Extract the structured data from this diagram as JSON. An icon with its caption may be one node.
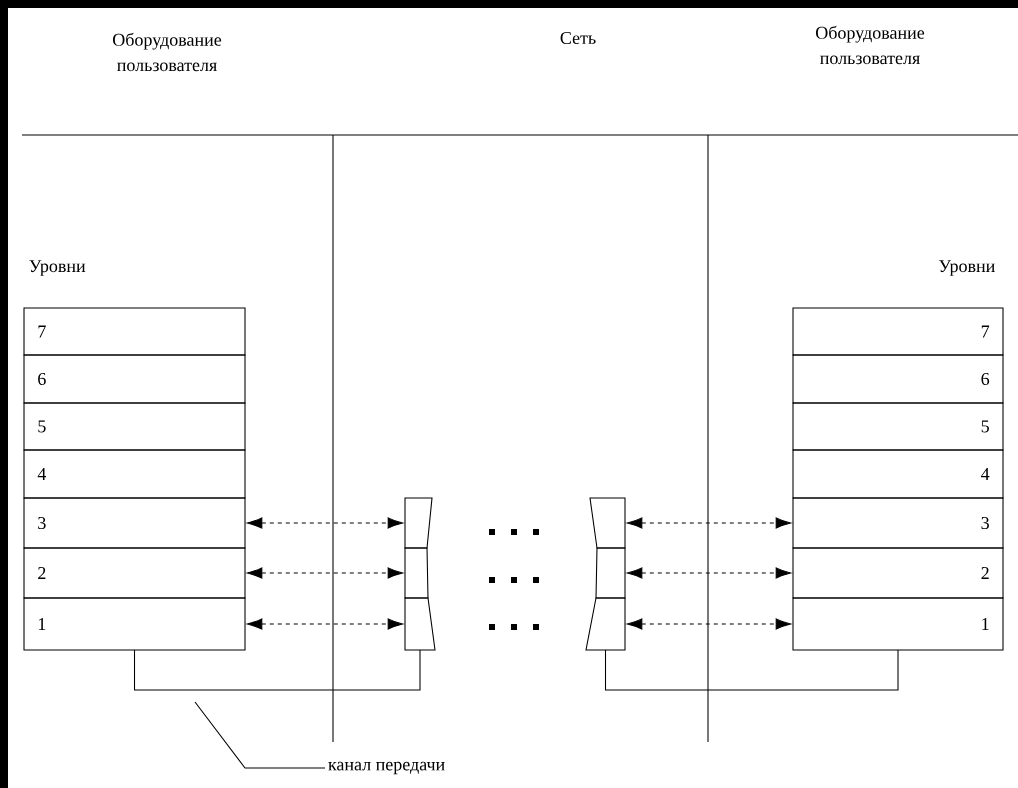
{
  "diagram": {
    "nodes": [
      {
        "text": [
          "7"
        ]
      },
      {
        "text": [
          "6"
        ]
      },
      {
        "text": [
          "5"
        ]
      },
      {
        "text": [
          "4"
        ]
      },
      {
        "text": [
          "3"
        ]
      },
      {
        "text": [
          "2"
        ]
      },
      {
        "text": [
          "1"
        ]
      },
      {
        "text": [],
        "shape": "box"
      },
      {
        "text": [],
        "shape": "box"
      },
      {
        "text": [],
        "shape": "box"
      },
      {
        "text": [],
        "shape": "box"
      },
      {
        "text": [],
        "shape": "box"
      },
      {
        "text": [],
        "shape": "box"
      },
      {
        "text": [
          "7"
        ]
      },
      {
        "text": [
          "6"
        ]
      },
      {
        "text": [
          "5"
        ]
      },
      {
        "text": [
          "4"
        ]
      },
      {
        "text": [
          "3"
        ]
      },
      {
        "text": [
          "2"
        ]
      },
      {
        "text": [
          "1"
        ]
      },
      {
        "text": [
          "канал передачи"
        ]
      }
    ],
    "edges": [
      {
        "from": 4,
        "to": 7,
        "arrow": "both",
        "style": "dashed"
      },
      {
        "from": 5,
        "to": 8,
        "arrow": "both",
        "style": "dashed"
      },
      {
        "from": 6,
        "to": 9,
        "arrow": "both",
        "style": "dashed"
      },
      {
        "from": 10,
        "to": 17,
        "arrow": "both",
        "style": "dashed"
      },
      {
        "from": 11,
        "to": 18,
        "arrow": "both",
        "style": "dashed"
      },
      {
        "from": 12,
        "to": 19,
        "arrow": "both",
        "style": "dashed"
      },
      {
        "from": 6,
        "to": 9,
        "arrow": "none"
      },
      {
        "from": 12,
        "to": 19,
        "arrow": "none"
      },
      {
        "from": 20,
        "to": null,
        "arrow": "none"
      }
    ],
    "labels": [
      "Оборудование пользователя",
      "Сеть",
      "Оборудование пользователя",
      "Уровни",
      "Уровни"
    ]
  }
}
